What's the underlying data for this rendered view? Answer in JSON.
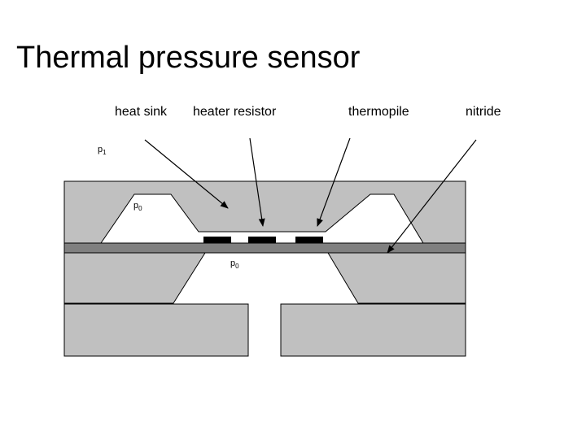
{
  "title": "Thermal pressure sensor",
  "labels": {
    "heat_sink": "heat sink",
    "heater_resistor": "heater resistor",
    "thermopile": "thermopile",
    "nitride": "nitride",
    "p1": "p",
    "p1_sub": "1",
    "p0_upper": "p",
    "p0_upper_sub": "0",
    "p0_lower": "p",
    "p0_lower_sub": "0"
  },
  "colors": {
    "silicon": "#c0c0c0",
    "nitride": "#808080",
    "resistor": "#000000",
    "outline": "#000000"
  }
}
